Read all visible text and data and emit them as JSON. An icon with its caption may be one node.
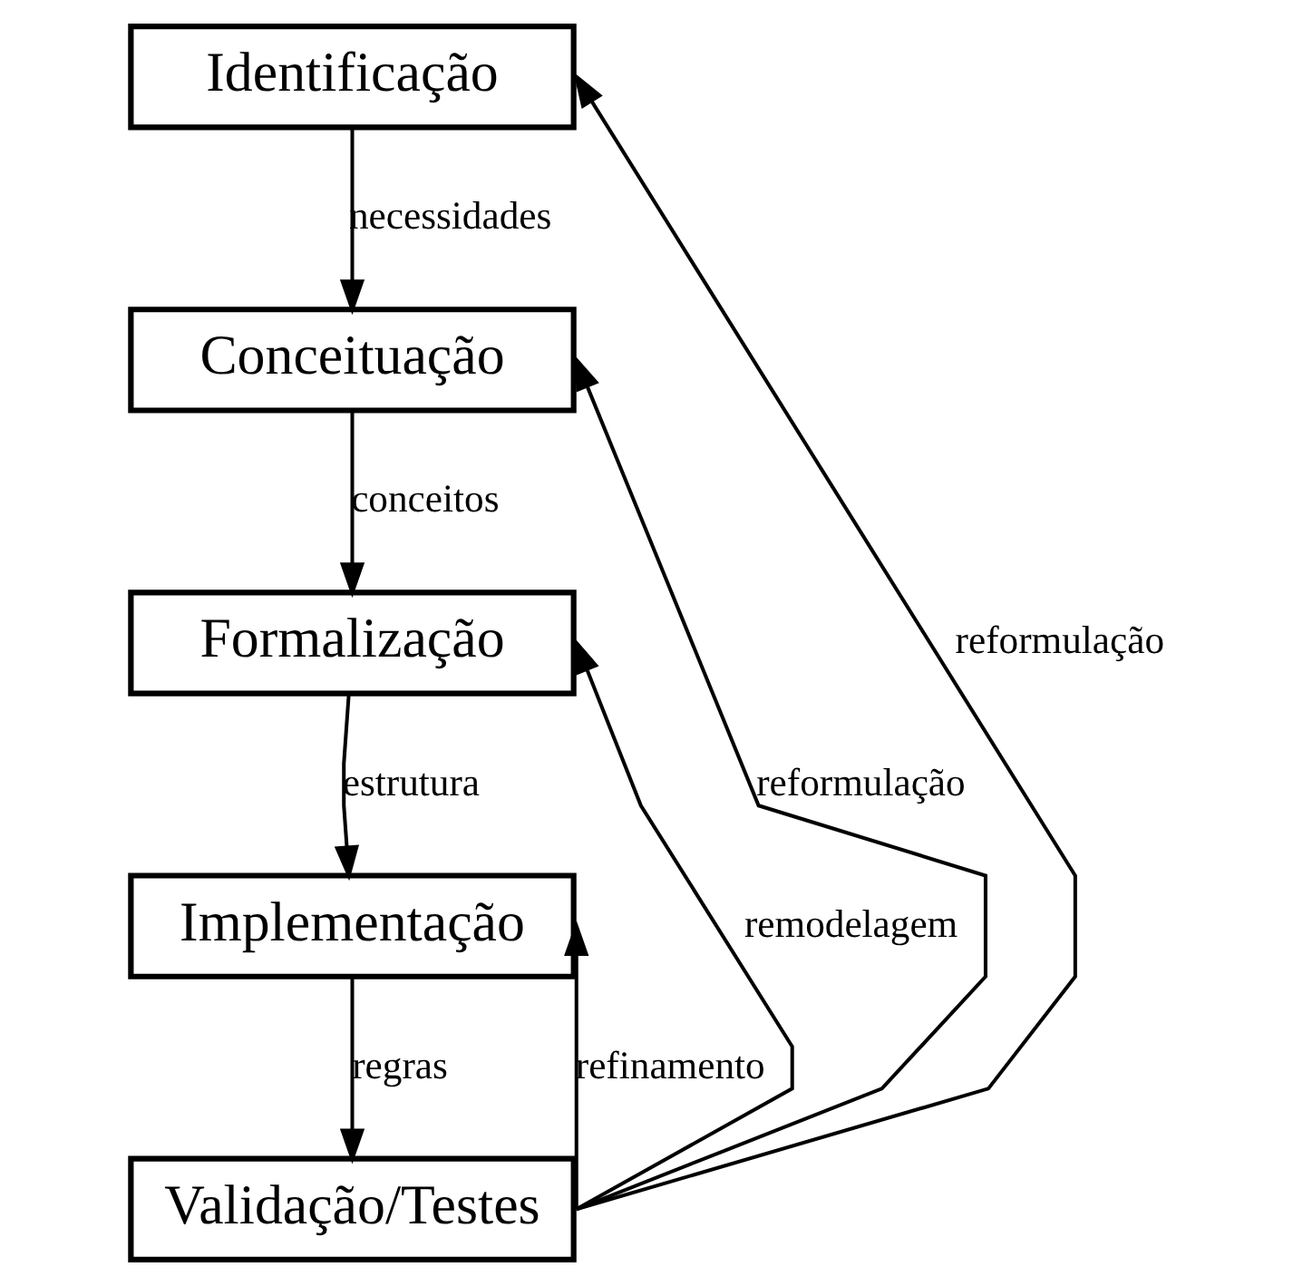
{
  "diagram": {
    "nodes": [
      {
        "text": [
          "Identificação"
        ]
      },
      {
        "text": [
          "Conceituação"
        ]
      },
      {
        "text": [
          "Formalização"
        ]
      },
      {
        "text": [
          "Implementação"
        ]
      },
      {
        "text": [
          "Validação/Testes"
        ]
      }
    ],
    "edges": [
      {
        "from": 0,
        "to": 1,
        "arrow": "to",
        "label": "necessidades"
      },
      {
        "from": 1,
        "to": 2,
        "arrow": "to",
        "label": "conceitos"
      },
      {
        "from": 2,
        "to": 3,
        "arrow": "to",
        "label": "estrutura"
      },
      {
        "from": 3,
        "to": 4,
        "arrow": "to",
        "label": "regras"
      },
      {
        "from": 4,
        "to": 0,
        "arrow": "to",
        "label": "reformulação"
      },
      {
        "from": 4,
        "to": 1,
        "arrow": "to",
        "label": "reformulação"
      },
      {
        "from": 4,
        "to": 2,
        "arrow": "to",
        "label": "remodelagem"
      },
      {
        "from": 4,
        "to": 3,
        "arrow": "to",
        "label": "refinamento"
      }
    ]
  }
}
